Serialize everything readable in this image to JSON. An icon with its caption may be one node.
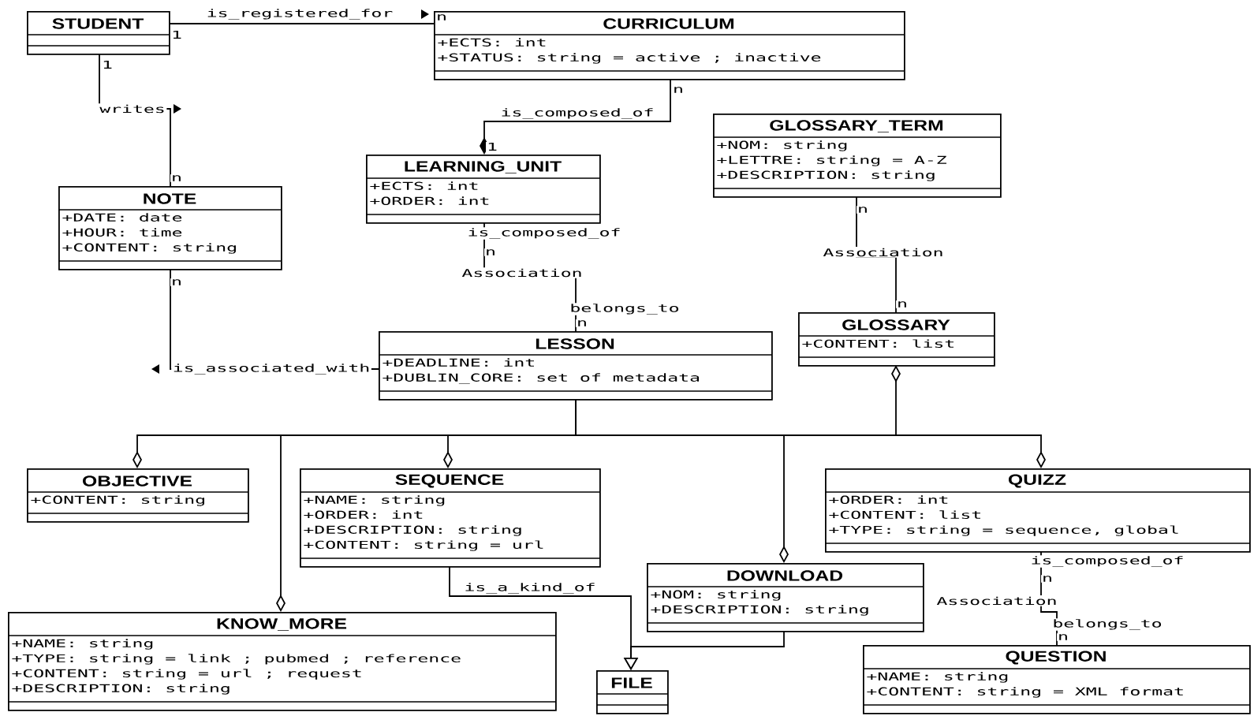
{
  "diagram": {
    "nodes": [
      {
        "text": [
          "STUDENT"
        ]
      },
      {
        "text": [
          "CURRICULUM",
          "+ECTS: int",
          "+STATUS: string = active ; inactive"
        ]
      },
      {
        "text": [
          "GLOSSARY_TERM",
          "+NOM: string",
          "+LETTRE: string = A-Z",
          "+DESCRIPTION: string"
        ]
      },
      {
        "text": [
          "LEARNING_UNIT",
          "+ECTS: int",
          "+ORDER: int"
        ]
      },
      {
        "text": [
          "NOTE",
          "+DATE: date",
          "+HOUR: time",
          "+CONTENT: string"
        ]
      },
      {
        "text": [
          "GLOSSARY",
          "+CONTENT: list"
        ]
      },
      {
        "text": [
          "LESSON",
          "+DEADLINE: int",
          "+DUBLIN_CORE: set of metadata"
        ]
      },
      {
        "text": [
          "OBJECTIVE",
          "+CONTENT: string"
        ]
      },
      {
        "text": [
          "SEQUENCE",
          "+NAME: string",
          "+ORDER: int",
          "+DESCRIPTION: string",
          "+CONTENT: string = url"
        ]
      },
      {
        "text": [
          "QUIZZ",
          "+ORDER: int",
          "+CONTENT: list",
          "+TYPE: string = sequence, global"
        ]
      },
      {
        "text": [
          "DOWNLOAD",
          "+NOM: string",
          "+DESCRIPTION: string"
        ]
      },
      {
        "text": [
          "KNOW_MORE",
          "+NAME: string",
          "+TYPE: string = link ; pubmed ; reference",
          "+CONTENT: string = url ; request",
          "+DESCRIPTION: string"
        ]
      },
      {
        "text": [
          "QUESTION",
          "+NAME: string",
          "+CONTENT: string = XML format"
        ]
      },
      {
        "text": [
          "FILE"
        ]
      }
    ],
    "edges": [
      {
        "from": 0,
        "to": 1,
        "arrow": "none",
        "label": "is_registered_for"
      },
      {
        "from": 0,
        "to": 4,
        "arrow": "none",
        "label": "writes"
      },
      {
        "from": 1,
        "to": 3,
        "arrow": "other",
        "label": "is_composed_of"
      },
      {
        "from": 3,
        "to": 6,
        "arrow": "none",
        "label": "Association"
      },
      {
        "from": 4,
        "to": 6,
        "arrow": "none",
        "label": "is_associated_with"
      },
      {
        "from": 2,
        "to": 5,
        "arrow": "none",
        "label": "Association"
      },
      {
        "from": 6,
        "to": 7,
        "arrow": "other"
      },
      {
        "from": 6,
        "to": 8,
        "arrow": "other"
      },
      {
        "from": 6,
        "to": 11,
        "arrow": "other"
      },
      {
        "from": 6,
        "to": 10,
        "arrow": "other"
      },
      {
        "from": 6,
        "to": 9,
        "arrow": "other"
      },
      {
        "from": 6,
        "to": 5,
        "arrow": "other"
      },
      {
        "from": 8,
        "to": 13,
        "arrow": "to",
        "label": "is_a_kind_of"
      },
      {
        "from": 10,
        "to": 13,
        "arrow": "to"
      },
      {
        "from": 9,
        "to": 12,
        "arrow": "none",
        "label": "Association"
      }
    ],
    "labels": [
      "1",
      "n",
      "1",
      "n",
      "1",
      "n",
      "is_composed_of",
      "n",
      "belongs_to",
      "n",
      "n",
      "n",
      "n",
      "is_composed_of",
      "n",
      "belongs_to",
      "n"
    ]
  }
}
